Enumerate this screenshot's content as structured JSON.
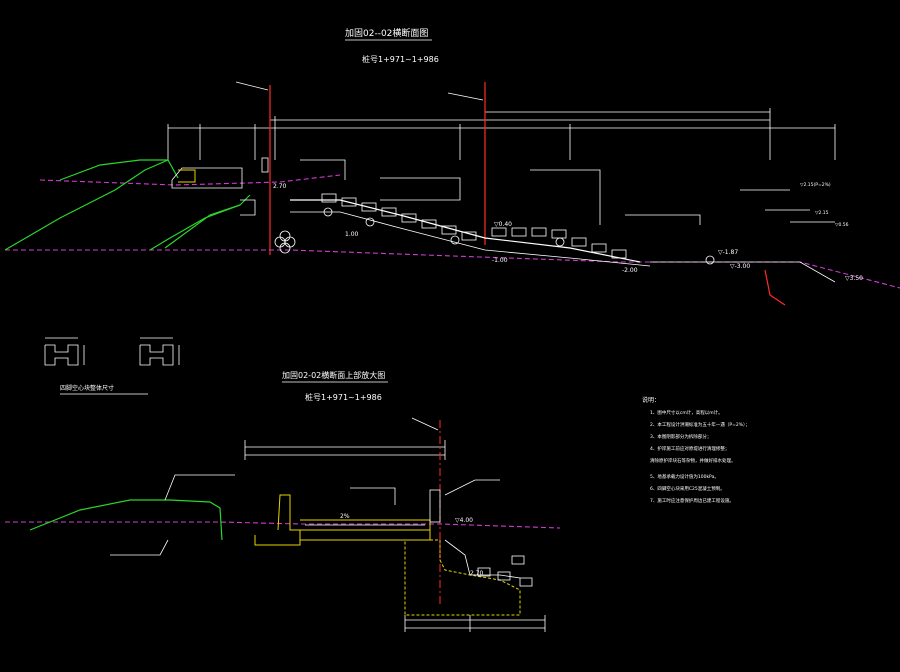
{
  "colors": {
    "background": "#000000",
    "line": "#ffffff",
    "ground": "#2bd62b",
    "design_line": "#d03bd0",
    "centerline": "#ff2a2a",
    "structure": "#e8d400"
  },
  "main_section": {
    "title": "加固02--02横断面图",
    "chainage": "桩号1+971~1+986",
    "elev_040": "▽0.40",
    "elev_100_left": "1.00",
    "elev_100_mid": "-1.00",
    "elev_200": "-2.00",
    "elev_187": "▽-1.87",
    "elev_300": "▽-3.00",
    "elev_350": "▽3.50",
    "elev_270": "2.70",
    "elev_215_right": "▽2.15(P=2%)",
    "elev_right_mid": "▽2.15",
    "elev_right_low": "▽0.56"
  },
  "detail": {
    "title": "加固02-02横断面上部放大图",
    "chainage": "桩号1+971~1+986",
    "slope_pct": "2%",
    "elev_400": "▽4.00",
    "elev_270": "2.70"
  },
  "block_label": "四脚空心块整体尺寸",
  "notes": {
    "heading": "说明：",
    "items": [
      "1、图中尺寸以cm计，高程以m计。",
      "2、本工程设计洪潮标准为五十年一遇（P=2%）；",
      "3、本图阴影部分为拆除部分；",
      "4、护岸施工前应对原堤进行清理修整；",
      "   清除原护岸块石等杂物，并做好排水处理。",
      "5、地基承载力设计值为100kPa。",
      "6、四脚空心块采用C25混凝土预制。",
      "7、施工时应注意保护周边已建工程设施。"
    ]
  }
}
